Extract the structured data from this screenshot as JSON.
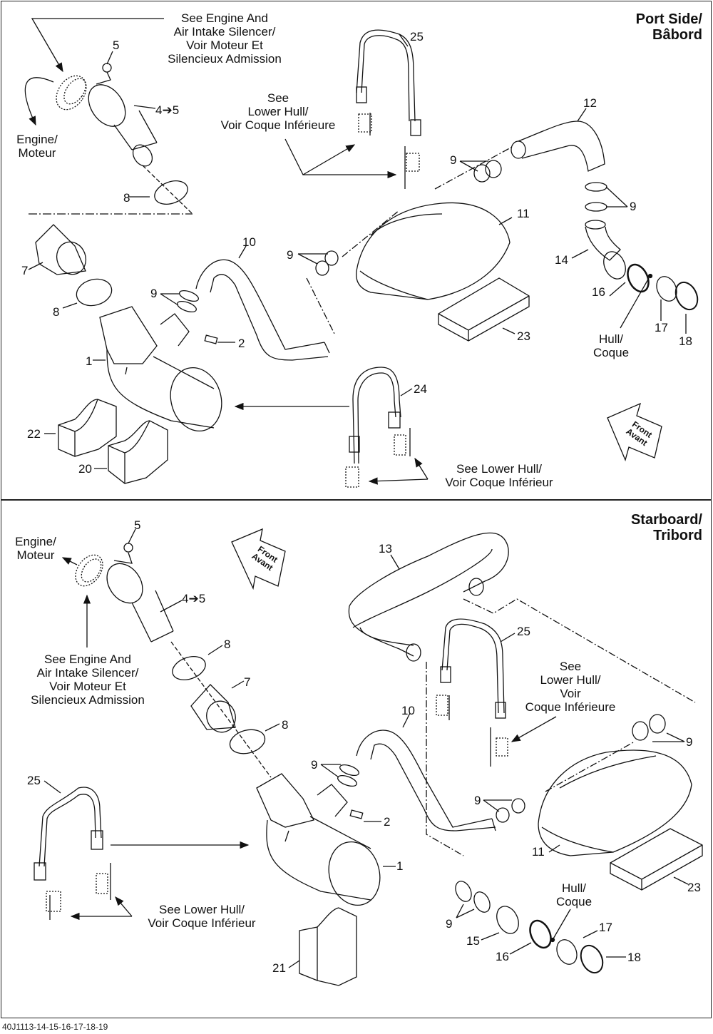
{
  "figure_id": "40J1113-14-15-16-17-18-19",
  "panels": {
    "port": {
      "title_line1": "Port Side/",
      "title_line2": "Bâbord",
      "notes": {
        "engine_air_intake": [
          "See Engine And",
          "Air Intake Silencer/",
          "Voir Moteur Et",
          "Silencieux Admission"
        ],
        "engine": [
          "Engine/",
          "Moteur"
        ],
        "lower_hull_top": [
          "See",
          "Lower Hull/",
          "Voir Coque Inférieure"
        ],
        "lower_hull_bottom": [
          "See Lower Hull/",
          "Voir Coque Inférieur"
        ],
        "hull": [
          "Hull/",
          "Coque"
        ],
        "front": [
          "Front",
          "Avant"
        ]
      },
      "callouts": {
        "c5": "5",
        "c4to5": "4➔5",
        "c8a": "8",
        "c25": "25",
        "c12": "12",
        "c9a": "9",
        "c9b": "9",
        "c11": "11",
        "c10": "10",
        "c9c": "9",
        "c14": "14",
        "c7": "7",
        "c9d": "9",
        "c8b": "8",
        "c16": "16",
        "c2": "2",
        "c1": "1",
        "c23": "23",
        "c17": "17",
        "c18": "18",
        "c24": "24",
        "c22": "22",
        "c20": "20"
      }
    },
    "starboard": {
      "title_line1": "Starboard/",
      "title_line2": "Tribord",
      "notes": {
        "engine": [
          "Engine/",
          "Moteur"
        ],
        "engine_air_intake": [
          "See Engine And",
          "Air Intake Silencer/",
          "Voir Moteur Et",
          "Silencieux Admission"
        ],
        "lower_hull_top": [
          "See",
          "Lower Hull/",
          "Voir",
          "Coque Inférieure"
        ],
        "lower_hull_bottom": [
          "See Lower Hull/",
          "Voir Coque Inférieur"
        ],
        "hull": [
          "Hull/",
          "Coque"
        ],
        "front": [
          "Front",
          "Avant"
        ]
      },
      "callouts": {
        "c5": "5",
        "c13": "13",
        "c4to5": "4➔5",
        "c25a": "25",
        "c8a": "8",
        "c7": "7",
        "c8b": "8",
        "c10": "10",
        "c9a": "9",
        "c9b": "9",
        "c25b": "25",
        "c9c": "9",
        "c2": "2",
        "c11": "11",
        "c1": "1",
        "c23": "23",
        "c9d": "9",
        "c15": "15",
        "c16": "16",
        "c17": "17",
        "c18": "18",
        "c21": "21"
      }
    }
  }
}
